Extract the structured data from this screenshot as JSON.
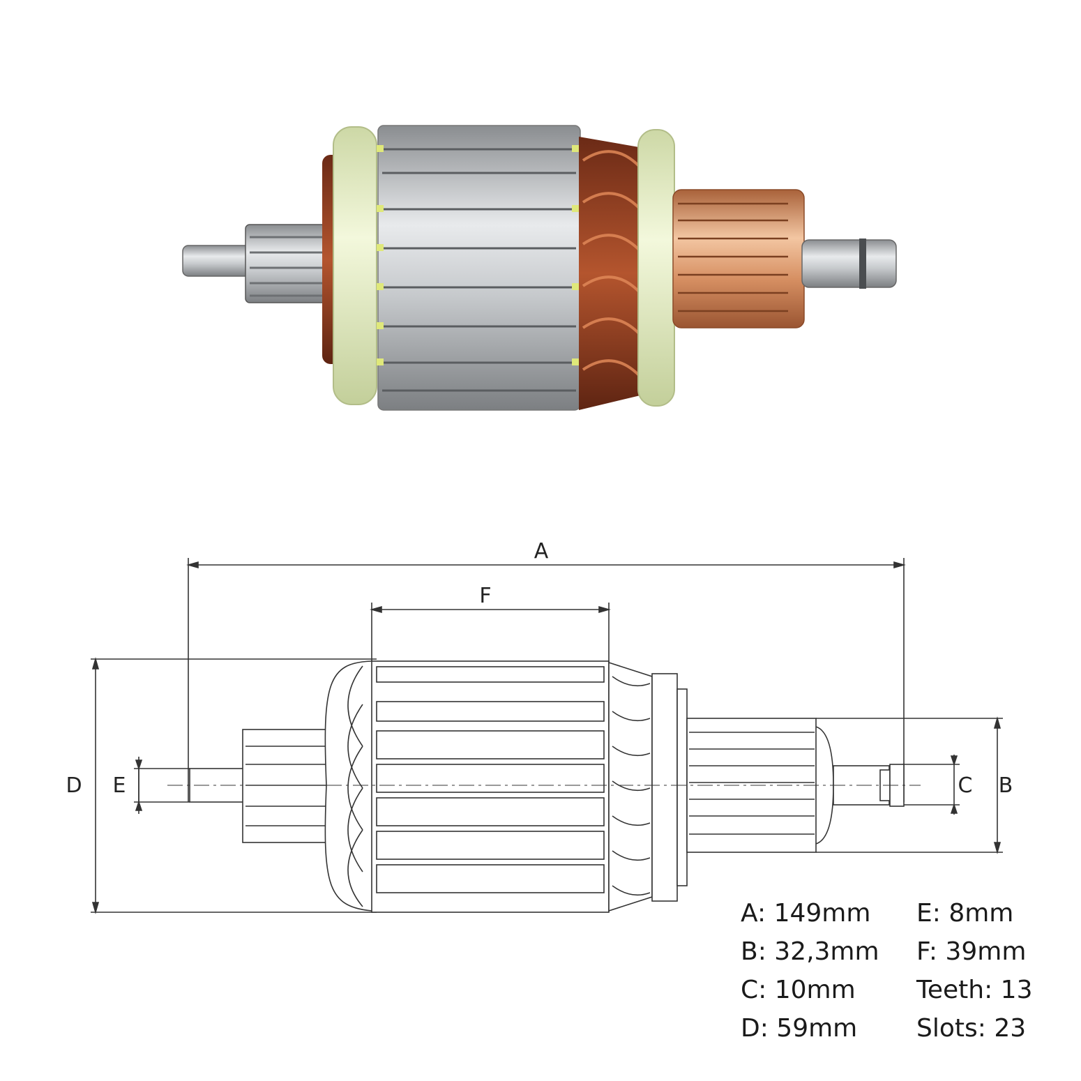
{
  "dimensions": {
    "a": "A",
    "b": "B",
    "c": "C",
    "d": "D",
    "e": "E",
    "f": "F"
  },
  "specs": {
    "col1": [
      "A: 149mm",
      "B: 32,3mm",
      "C: 10mm",
      "D: 59mm"
    ],
    "col2": [
      "E: 8mm",
      "F: 39mm",
      "Teeth: 13",
      "Slots: 23"
    ]
  },
  "colors": {
    "copper": "#c87d4e",
    "steel": "#b9bcbf",
    "insulator": "#e8f0c8",
    "line": "#333333"
  }
}
